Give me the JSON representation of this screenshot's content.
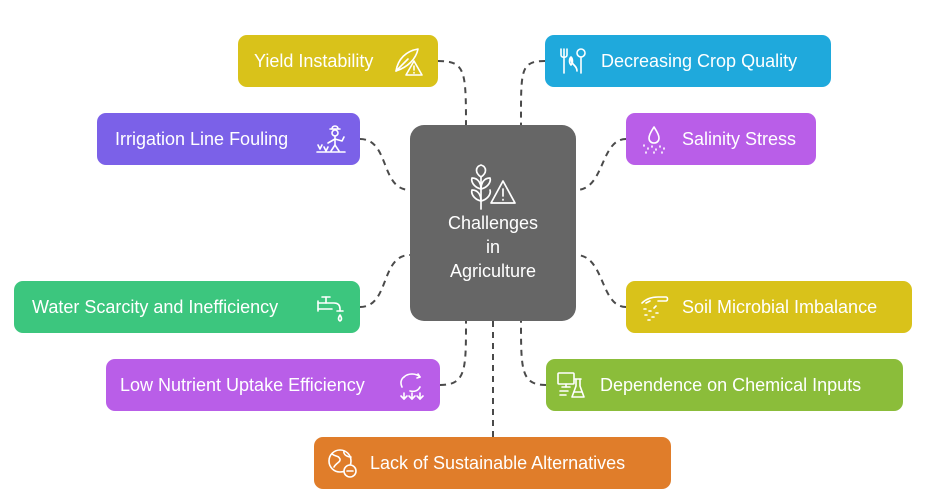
{
  "center": {
    "title_lines": [
      "Challenges",
      "in",
      "Agriculture"
    ],
    "icon": "wheat-warning-icon",
    "color": "#666666"
  },
  "nodes": [
    {
      "id": "yield",
      "label": "Yield Instability",
      "icon": "plant-warning-icon",
      "color": "#d9c21a"
    },
    {
      "id": "irrigation",
      "label": "Irrigation Line Fouling",
      "icon": "farmer-watering-icon",
      "color": "#7b61e8"
    },
    {
      "id": "water",
      "label": "Water Scarcity and Inefficiency",
      "icon": "water-tap-icon",
      "color": "#3cc67e"
    },
    {
      "id": "nutrient",
      "label": "Low Nutrient Uptake Efficiency",
      "icon": "nutrient-cycle-icon",
      "color": "#b95ee8"
    },
    {
      "id": "sustainable",
      "label": "Lack of Sustainable Alternatives",
      "icon": "globe-minus-icon",
      "color": "#e07d2a"
    },
    {
      "id": "crop",
      "label": "Decreasing Crop Quality",
      "icon": "crop-tools-icon",
      "color": "#1fa9dc"
    },
    {
      "id": "salinity",
      "label": "Salinity Stress",
      "icon": "salt-drop-icon",
      "color": "#b95ee8"
    },
    {
      "id": "soil",
      "label": "Soil Microbial Imbalance",
      "icon": "soil-hand-icon",
      "color": "#d9c21a"
    },
    {
      "id": "chemical",
      "label": "Dependence on Chemical Inputs",
      "icon": "lab-flask-icon",
      "color": "#8bbd3a"
    }
  ]
}
